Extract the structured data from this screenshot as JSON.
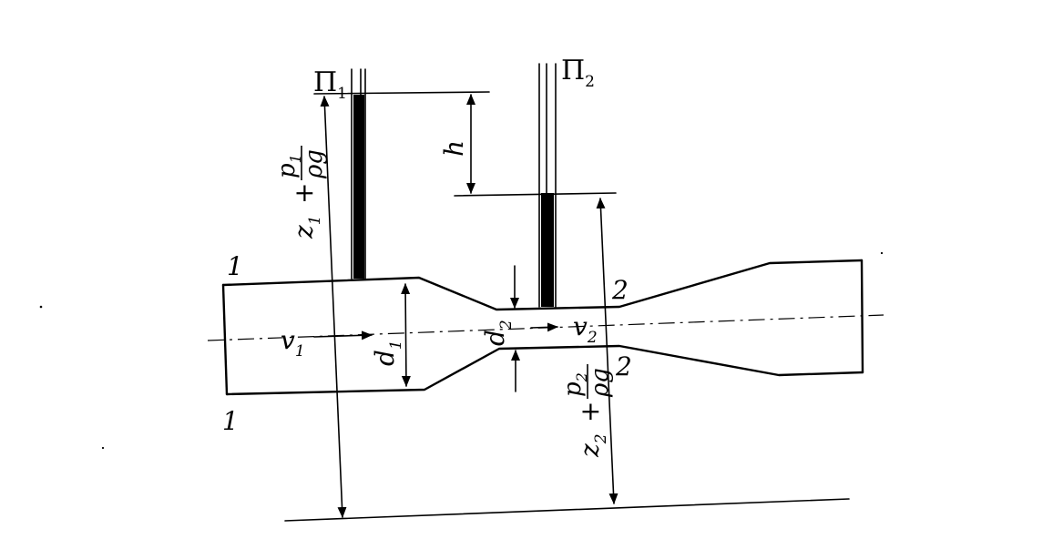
{
  "diagram": {
    "section_1_top": "1",
    "section_1_bottom": "1",
    "section_2_top": "2",
    "section_2_bottom": "2",
    "piezometer_1": {
      "letter": "П",
      "index": "1"
    },
    "piezometer_2": {
      "letter": "П",
      "index": "2"
    },
    "head_difference": "h",
    "velocity_1": {
      "symbol": "v",
      "index": "1"
    },
    "velocity_2": {
      "symbol": "v",
      "index": "2"
    },
    "diameter_1": {
      "symbol": "d",
      "index": "1"
    },
    "diameter_2": {
      "symbol": "d",
      "index": "2"
    },
    "head_1": {
      "z": "z",
      "z_index": "1",
      "plus": "+",
      "p": "p",
      "p_index": "1",
      "rho_g": "ρg"
    },
    "head_2": {
      "z": "z",
      "z_index": "2",
      "plus": "+",
      "p": "p",
      "p_index": "2",
      "rho_g": "ρg"
    }
  },
  "colors": {
    "ink": "#000000",
    "paper": "#ffffff"
  }
}
